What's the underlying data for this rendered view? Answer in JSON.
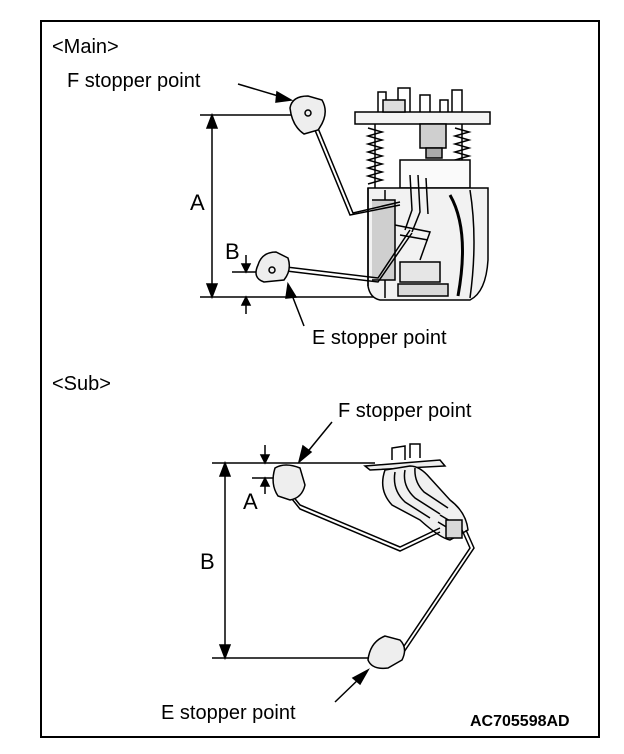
{
  "main": {
    "title": "<Main>",
    "f_label": "F stopper point",
    "e_label": "E stopper point",
    "dim_a": "A",
    "dim_b": "B"
  },
  "sub": {
    "title": "<Sub>",
    "f_label": "F stopper point",
    "e_label": "E stopper point",
    "dim_a": "A",
    "dim_b": "B"
  },
  "figure_code": "AC705598AD"
}
